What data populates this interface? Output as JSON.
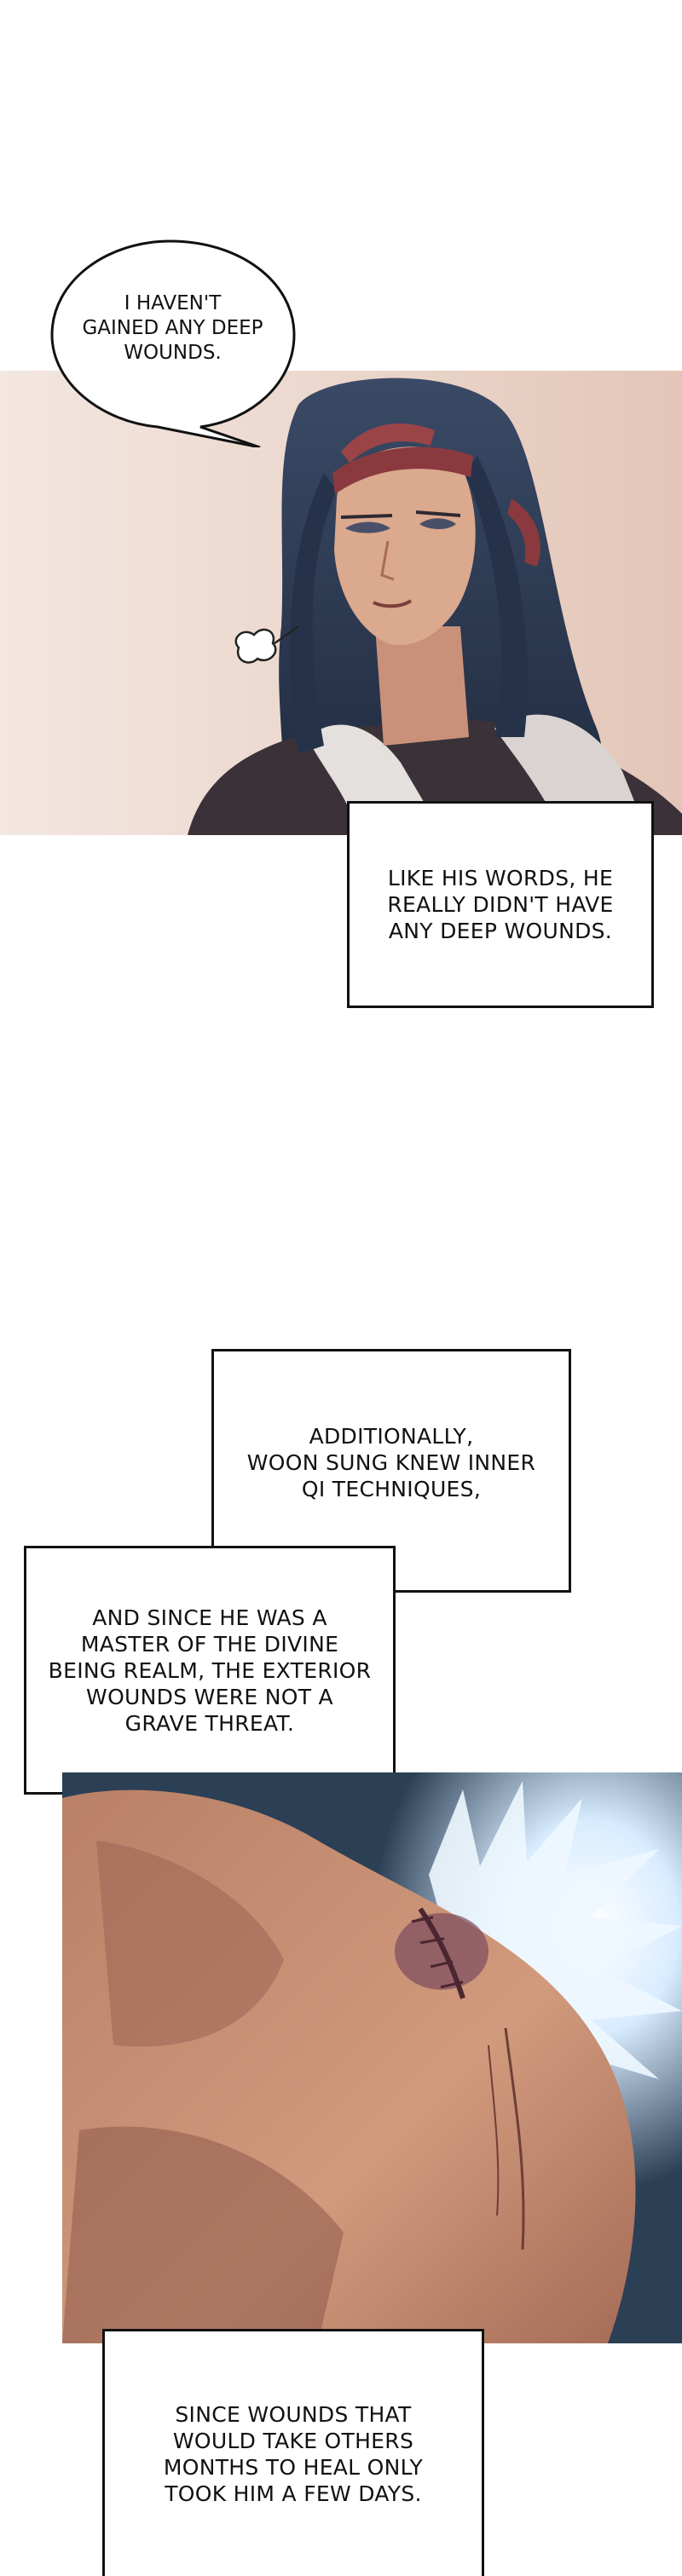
{
  "panels": [
    {
      "id": "panel-1",
      "description_icon": "long-haired-swordsman-character",
      "speech": "I HAVEN'T\nGAINED ANY DEEP\nWOUNDS.",
      "caption": "LIKE HIS WORDS, HE\nREALLY DIDN'T HAVE\nANY DEEP WOUNDS."
    },
    {
      "id": "panel-2",
      "captions": [
        "ADDITIONALLY,\nWOON SUNG KNEW INNER\nQI TECHNIQUES,",
        "AND SINCE HE WAS A\nMASTER OF THE DIVINE\nBEING REALM, THE EXTERIOR\nWOUNDS WERE NOT A\nGRAVE THREAT."
      ]
    },
    {
      "id": "panel-3",
      "description_icon": "healing-shoulder-wound",
      "caption": "SINCE WOUNDS THAT\nWOULD TAKE OTHERS\nMONTHS TO HEAL ONLY\nTOOK HIM A FEW DAYS."
    }
  ],
  "colors": {
    "panel1_bg_warm": "#e9d3c7",
    "panel1_bg_light": "#f3e7e0",
    "hair": "#2d3a52",
    "headband": "#8a3a3e",
    "robe_dark": "#3b3138",
    "robe_light": "#d9d4d2",
    "skin": "#d9a58a",
    "panel3_bg": "#2b3f55",
    "flash": "#d8ecff",
    "muscle": "#c98d6f",
    "muscle_shadow": "#8e5a4c"
  }
}
